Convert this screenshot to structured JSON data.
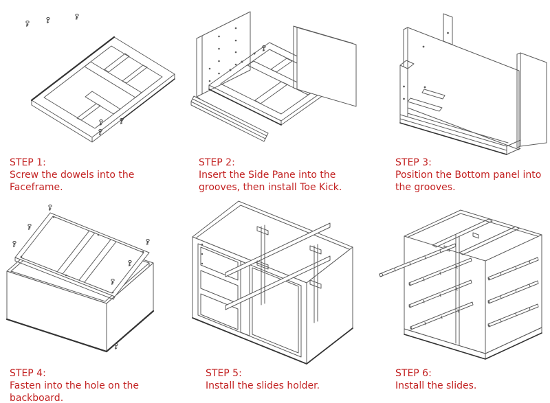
{
  "accent_color": "#c32222",
  "line_color": "#5b5b5b",
  "background_color": "#ffffff",
  "steps": [
    {
      "label": "STEP 1:",
      "description": "Screw the dowels into the\nFaceframe.",
      "diagram": "faceframe-with-dowels-drawing"
    },
    {
      "label": "STEP 2:",
      "description": "Insert the Side Pane into the\ngrooves, then install Toe Kick.",
      "diagram": "side-panels-and-toe-kick-drawing"
    },
    {
      "label": "STEP 3:",
      "description": "Position the Bottom panel into\nthe grooves.",
      "diagram": "bottom-panel-into-grooves-drawing"
    },
    {
      "label": "STEP 4:",
      "description": "Fasten into the hole on the\nbackboard.",
      "diagram": "backboard-fastening-drawing"
    },
    {
      "label": "STEP 5:",
      "description": "Install the slides holder.",
      "diagram": "slides-holder-drawing"
    },
    {
      "label": "STEP 6:",
      "description": "Install the slides.",
      "diagram": "slides-installed-drawing"
    }
  ]
}
